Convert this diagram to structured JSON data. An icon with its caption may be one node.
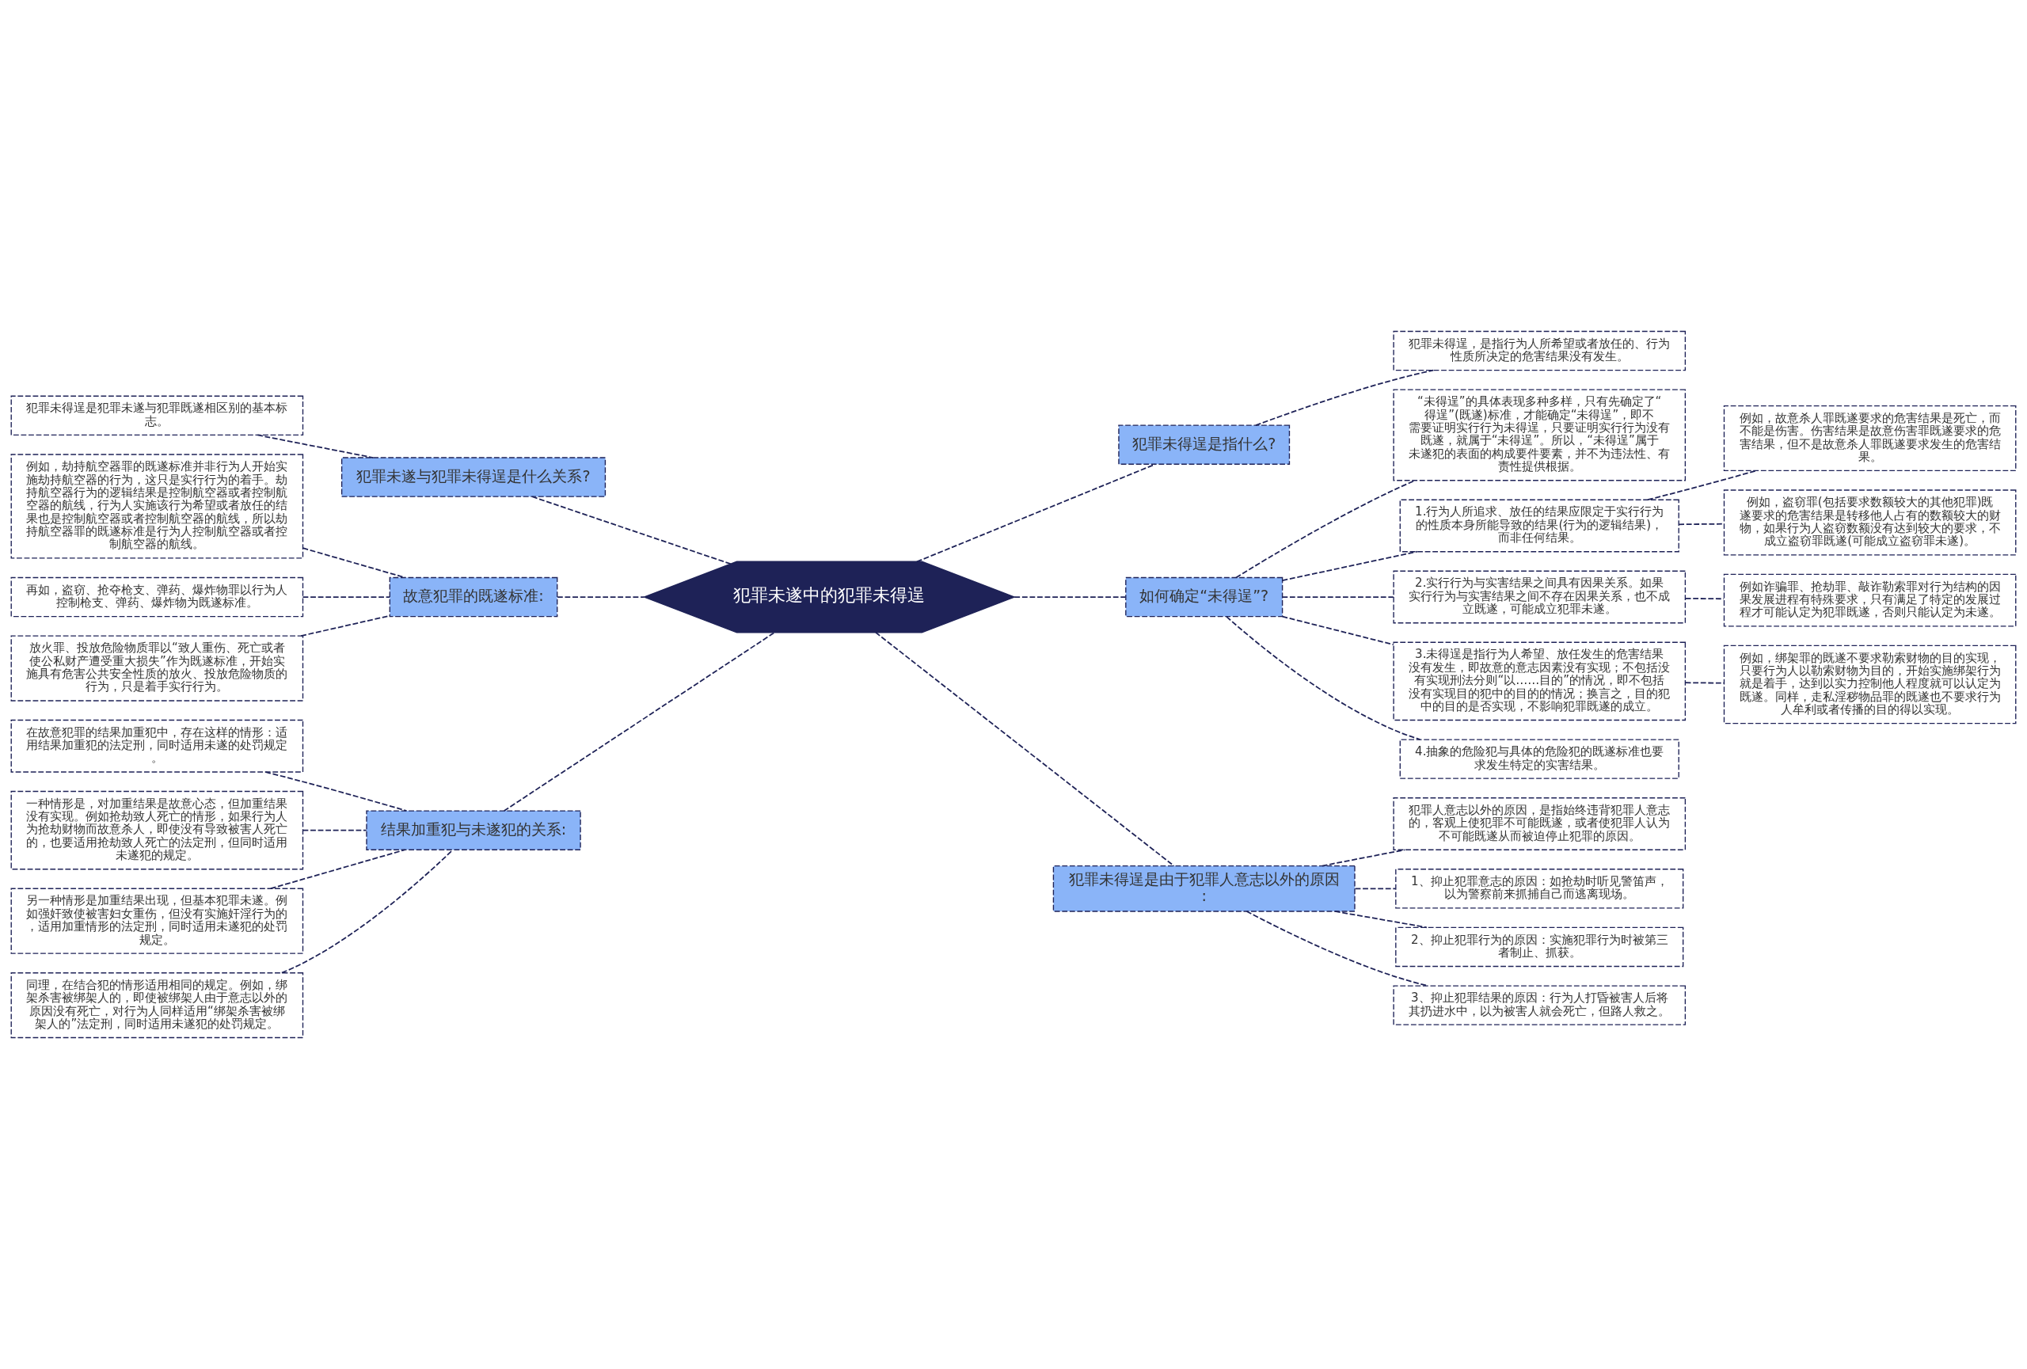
{
  "diagram": {
    "nodes": [
      {
        "text": [
          "犯罪未遂中的犯罪未得逞"
        ]
      },
      {
        "text": [
          "犯罪未遂与犯罪未得逞是什么关系?"
        ]
      },
      {
        "text": [
          "犯罪未得逞是犯罪未遂与犯罪既遂相区别的基本标志。"
        ]
      },
      {
        "text": [
          "故意犯罪的既遂标准:"
        ]
      },
      {
        "text": [
          "例如，劫持航空器罪的既遂标准并非行为人开始实施劫持航空器的行为，这只是实行行为的着手。劫持航空器行为的逻辑结果是控制航空器或者控制航空器的航线，行为人实施该行为希望或者放任的结果也是控制航空器或者控制航空器的航线，所以劫持航空器罪的既遂标准是行为人控制航空器或者控制航空器的航线。"
        ]
      },
      {
        "text": [
          "再如，盗窃、抢夺枪支、弹药、爆炸物罪以行为人控制枪支、弹药、爆炸物为既遂标准。"
        ]
      },
      {
        "text": [
          "放火罪、投放危险物质罪以“致人重伤、死亡或者使公私财产遭受重大损失”作为既遂标准，开始实施具有危害公共安全性质的放火、投放危险物质的行为，只是着手实行行为。"
        ]
      },
      {
        "text": [
          "结果加重犯与未遂犯的关系:"
        ]
      },
      {
        "text": [
          "在故意犯罪的结果加重犯中，存在这样的情形：适用结果加重犯的法定刑，同时适用未遂的处罚规定。"
        ]
      },
      {
        "text": [
          "一种情形是，对加重结果是故意心态，但加重结果没有实现。例如抢劫致人死亡的情形，如果行为人为抢劫财物而故意杀人，即使没有导致被害人死亡的，也要适用抢劫致人死亡的法定刑，但同时适用未遂犯的规定。"
        ]
      },
      {
        "text": [
          "另一种情形是加重结果出现，但基本犯罪未遂。例如强奸致使被害妇女重伤，但没有实施奸淫行为的，适用加重情形的法定刑，同时适用未遂犯的处罚规定。"
        ]
      },
      {
        "text": [
          "同理，在结合犯的情形适用相同的规定。例如，绑架杀害被绑架人的，即使被绑架人由于意志以外的原因没有死亡，对行为人同样适用“绑架杀害被绑架人的”法定刑，同时适用未遂犯的处罚规定。"
        ]
      },
      {
        "text": [
          "犯罪未得逞是指什么?"
        ]
      },
      {
        "text": [
          "犯罪未得逞，是指行为人所希望或者放任的、行为性质所决定的危害结果没有发生。"
        ]
      },
      {
        "text": [
          "如何确定“未得逞”?"
        ]
      },
      {
        "text": [
          "“未得逞”的具体表现多种多样，只有先确定了“得逞”(既遂)标准，才能确定“未得逞”，即不需要证明实行行为未得逞，只要证明实行行为没有既遂，就属于“未得逞”。所以，“未得逞”属于未遂犯的表面的构成要件要素，并不为违法性、有责性提供根据。"
        ]
      },
      {
        "text": [
          "1.行为人所追求、放任的结果应限定于实行行为的性质本身所能导致的结果(行为的逻辑结果)，而非任何结果。"
        ]
      },
      {
        "text": [
          "例如，故意杀人罪既遂要求的危害结果是死亡，而不能是伤害。伤害结果是故意伤害罪既遂要求的危害结果，但不是故意杀人罪既遂要求发生的危害结果。"
        ]
      },
      {
        "text": [
          "例如，盗窃罪(包括要求数额较大的其他犯罪)既遂要求的危害结果是转移他人占有的数额较大的财物，如果行为人盗窃数额没有达到较大的要求，不成立盗窃罪既遂(可能成立盗窃罪未遂)。"
        ]
      },
      {
        "text": [
          "2.实行行为与实害结果之间具有因果关系。如果实行行为与实害结果之间不存在因果关系，也不成立既遂，可能成立犯罪未遂。"
        ]
      },
      {
        "text": [
          "例如诈骗罪、抢劫罪、敲诈勒索罪对行为结构的因果发展进程有特殊要求，只有满足了特定的发展过程才可能认定为犯罪既遂，否则只能认定为未遂。"
        ]
      },
      {
        "text": [
          "3.未得逞是指行为人希望、放任发生的危害结果没有发生，即故意的意志因素没有实现；不包括没有实现刑法分则“以……目的”的情况，即不包括没有实现目的犯中的目的的情况；换言之，目的犯中的目的是否实现，不影响犯罪既遂的成立。"
        ]
      },
      {
        "text": [
          "例如，绑架罪的既遂不要求勒索财物的目的实现，只要行为人以勒索财物为目的，开始实施绑架行为就是着手，达到以实力控制他人程度就可以认定为既遂。同样，走私淫秽物品罪的既遂也不要求行为人牟利或者传播的目的得以实现。"
        ]
      },
      {
        "text": [
          "4.抽象的危险犯与具体的危险犯的既遂标准也要求发生特定的实害结果。"
        ]
      },
      {
        "text": [
          "犯罪未得逞是由于犯罪人意志以外的原因:"
        ]
      },
      {
        "text": [
          "犯罪人意志以外的原因，是指始终违背犯罪人意志的，客观上使犯罪不可能既遂，或者使犯罪人认为不可能既遂从而被迫停止犯罪的原因。"
        ]
      },
      {
        "text": [
          "1、抑止犯罪意志的原因：如抢劫时听见警笛声，以为警察前来抓捕自己而逃离现场。"
        ]
      },
      {
        "text": [
          "2、抑止犯罪行为的原因：实施犯罪行为时被第三者制止、抓获。"
        ]
      },
      {
        "text": [
          "3、抑止犯罪结果的原因：行为人打昏被害人后将其扔进水中，以为被害人就会死亡，但路人救之。"
        ]
      }
    ],
    "edges": [
      {
        "from": 0,
        "to": 1,
        "arrow": "none"
      },
      {
        "from": 1,
        "to": 2,
        "arrow": "none"
      },
      {
        "from": 0,
        "to": 3,
        "arrow": "none"
      },
      {
        "from": 3,
        "to": 4,
        "arrow": "none"
      },
      {
        "from": 3,
        "to": 5,
        "arrow": "none"
      },
      {
        "from": 3,
        "to": 6,
        "arrow": "none"
      },
      {
        "from": 0,
        "to": 7,
        "arrow": "none"
      },
      {
        "from": 7,
        "to": 8,
        "arrow": "none"
      },
      {
        "from": 7,
        "to": 9,
        "arrow": "none"
      },
      {
        "from": 7,
        "to": 10,
        "arrow": "none"
      },
      {
        "from": 7,
        "to": 11,
        "arrow": "none"
      },
      {
        "from": 0,
        "to": 12,
        "arrow": "none"
      },
      {
        "from": 12,
        "to": 13,
        "arrow": "none"
      },
      {
        "from": 0,
        "to": 14,
        "arrow": "none"
      },
      {
        "from": 14,
        "to": 15,
        "arrow": "none"
      },
      {
        "from": 14,
        "to": 16,
        "arrow": "none"
      },
      {
        "from": 16,
        "to": 17,
        "arrow": "none"
      },
      {
        "from": 16,
        "to": 18,
        "arrow": "none"
      },
      {
        "from": 14,
        "to": 19,
        "arrow": "none"
      },
      {
        "from": 19,
        "to": 20,
        "arrow": "none"
      },
      {
        "from": 14,
        "to": 21,
        "arrow": "none"
      },
      {
        "from": 21,
        "to": 22,
        "arrow": "none"
      },
      {
        "from": 14,
        "to": 23,
        "arrow": "none"
      },
      {
        "from": 0,
        "to": 24,
        "arrow": "none"
      },
      {
        "from": 24,
        "to": 25,
        "arrow": "none"
      },
      {
        "from": 24,
        "to": 26,
        "arrow": "none"
      },
      {
        "from": 24,
        "to": 27,
        "arrow": "none"
      },
      {
        "from": 24,
        "to": 28,
        "arrow": "none"
      }
    ]
  }
}
